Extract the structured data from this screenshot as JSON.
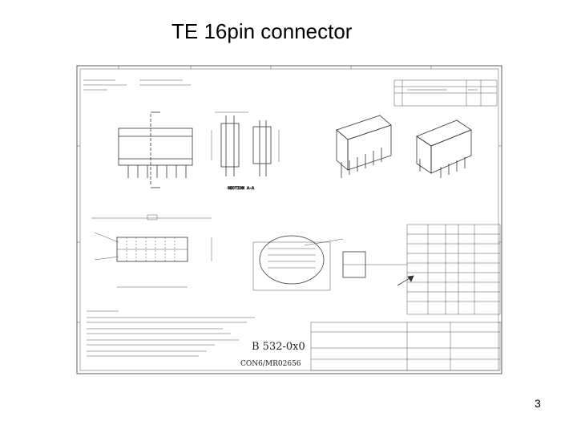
{
  "slide": {
    "title": "TE 16pin connector",
    "page_number": "3"
  },
  "drawing": {
    "section_label": "SECTION A-A",
    "handwritten_1": "B 532-0x0",
    "handwritten_2": "CON6/MR02656"
  }
}
